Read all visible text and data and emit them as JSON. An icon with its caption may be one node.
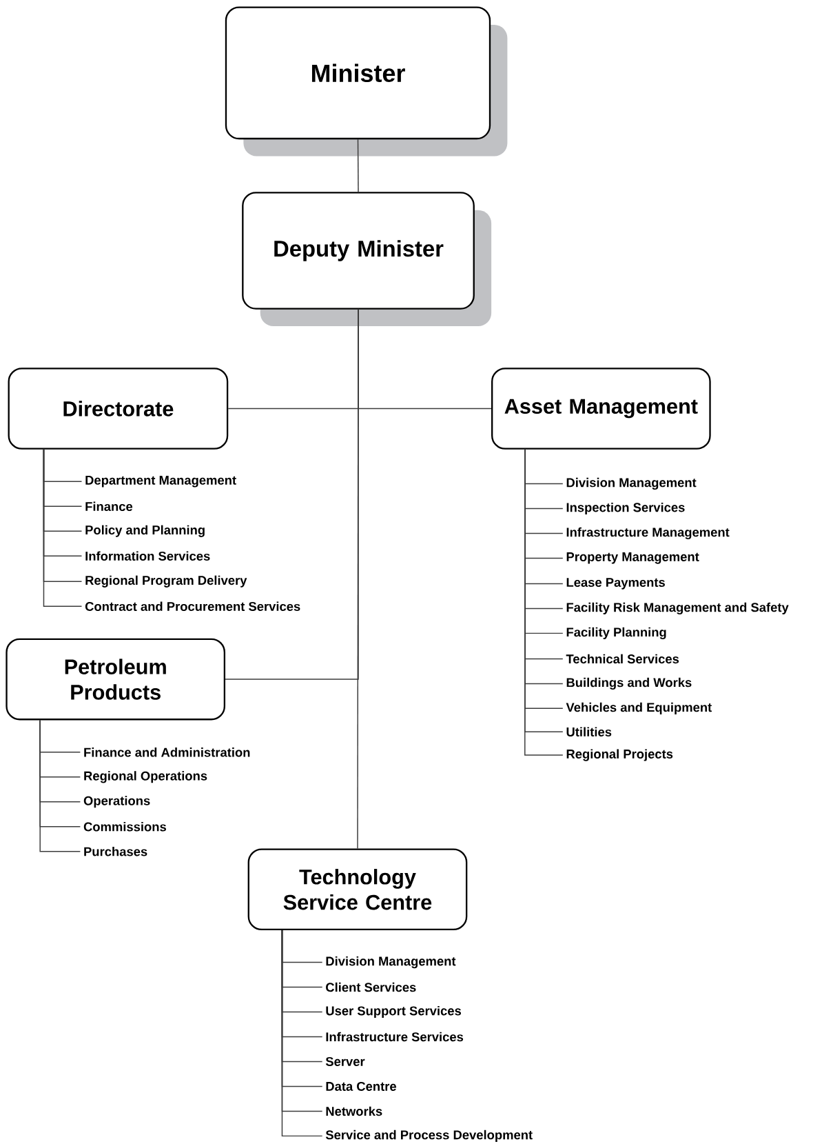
{
  "diagram": {
    "nodes": [
      {
        "text": [
          "Minister"
        ]
      },
      {
        "text": [
          "Deputy Minister"
        ]
      },
      {
        "text": [
          "Directorate"
        ]
      },
      {
        "text": [
          "Asset Management"
        ]
      },
      {
        "text": [
          "Petroleum Products"
        ]
      },
      {
        "text": [
          "Technology Service Centre"
        ]
      },
      {
        "text": [
          "Department Management"
        ]
      },
      {
        "text": [
          "Finance"
        ]
      },
      {
        "text": [
          "Policy and Planning"
        ]
      },
      {
        "text": [
          "Information Services"
        ]
      },
      {
        "text": [
          "Regional Program Delivery"
        ]
      },
      {
        "text": [
          "Contract and Procurement Services"
        ]
      },
      {
        "text": [
          "Division Management"
        ]
      },
      {
        "text": [
          "Inspection Services"
        ]
      },
      {
        "text": [
          "Infrastructure Management"
        ]
      },
      {
        "text": [
          "Property Management"
        ]
      },
      {
        "text": [
          "Lease Payments"
        ]
      },
      {
        "text": [
          "Facility Risk Management and Safety"
        ]
      },
      {
        "text": [
          "Facility Planning"
        ]
      },
      {
        "text": [
          "Technical Services"
        ]
      },
      {
        "text": [
          "Buildings and Works"
        ]
      },
      {
        "text": [
          "Vehicles and Equipment"
        ]
      },
      {
        "text": [
          "Utilities"
        ]
      },
      {
        "text": [
          "Regional Projects"
        ]
      },
      {
        "text": [
          "Finance and Administration"
        ]
      },
      {
        "text": [
          "Regional Operations"
        ]
      },
      {
        "text": [
          "Operations"
        ]
      },
      {
        "text": [
          "Commissions"
        ]
      },
      {
        "text": [
          "Purchases"
        ]
      },
      {
        "text": [
          "Division Management"
        ]
      },
      {
        "text": [
          "Client Services"
        ]
      },
      {
        "text": [
          "User Support Services"
        ]
      },
      {
        "text": [
          "Infrastructure Services"
        ]
      },
      {
        "text": [
          "Server"
        ]
      },
      {
        "text": [
          "Data Centre"
        ]
      },
      {
        "text": [
          "Networks"
        ]
      },
      {
        "text": [
          "Service and Process Development"
        ]
      }
    ],
    "edges": [
      {
        "from": 0,
        "to": 1,
        "arrow": "none"
      },
      {
        "from": 1,
        "to": 2,
        "arrow": "none"
      },
      {
        "from": 1,
        "to": 3,
        "arrow": "none"
      },
      {
        "from": 1,
        "to": 4,
        "arrow": "none"
      },
      {
        "from": 1,
        "to": 5,
        "arrow": "none"
      },
      {
        "from": 2,
        "to": 6,
        "arrow": "none"
      },
      {
        "from": 2,
        "to": 7,
        "arrow": "none"
      },
      {
        "from": 2,
        "to": 8,
        "arrow": "none"
      },
      {
        "from": 2,
        "to": 9,
        "arrow": "none"
      },
      {
        "from": 2,
        "to": 10,
        "arrow": "none"
      },
      {
        "from": 2,
        "to": 11,
        "arrow": "none"
      },
      {
        "from": 3,
        "to": 12,
        "arrow": "none"
      },
      {
        "from": 3,
        "to": 13,
        "arrow": "none"
      },
      {
        "from": 3,
        "to": 14,
        "arrow": "none"
      },
      {
        "from": 3,
        "to": 15,
        "arrow": "none"
      },
      {
        "from": 3,
        "to": 16,
        "arrow": "none"
      },
      {
        "from": 3,
        "to": 17,
        "arrow": "none"
      },
      {
        "from": 3,
        "to": 18,
        "arrow": "none"
      },
      {
        "from": 3,
        "to": 19,
        "arrow": "none"
      },
      {
        "from": 3,
        "to": 20,
        "arrow": "none"
      },
      {
        "from": 3,
        "to": 21,
        "arrow": "none"
      },
      {
        "from": 3,
        "to": 22,
        "arrow": "none"
      },
      {
        "from": 3,
        "to": 23,
        "arrow": "none"
      },
      {
        "from": 4,
        "to": 24,
        "arrow": "none"
      },
      {
        "from": 4,
        "to": 25,
        "arrow": "none"
      },
      {
        "from": 4,
        "to": 26,
        "arrow": "none"
      },
      {
        "from": 4,
        "to": 27,
        "arrow": "none"
      },
      {
        "from": 4,
        "to": 28,
        "arrow": "none"
      },
      {
        "from": 5,
        "to": 29,
        "arrow": "none"
      },
      {
        "from": 5,
        "to": 30,
        "arrow": "none"
      },
      {
        "from": 5,
        "to": 31,
        "arrow": "none"
      },
      {
        "from": 5,
        "to": 32,
        "arrow": "none"
      },
      {
        "from": 5,
        "to": 33,
        "arrow": "none"
      },
      {
        "from": 5,
        "to": 34,
        "arrow": "none"
      },
      {
        "from": 5,
        "to": 35,
        "arrow": "none"
      },
      {
        "from": 5,
        "to": 36,
        "arrow": "none"
      }
    ]
  }
}
